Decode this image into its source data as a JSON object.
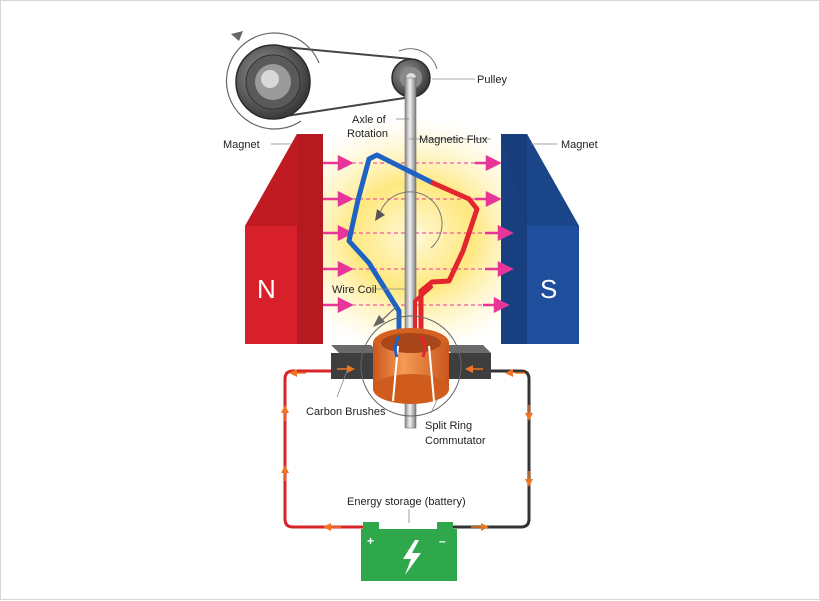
{
  "labels": {
    "pulley": "Pulley",
    "axle_line1": "Axle of",
    "axle_line2": "Rotation",
    "magnet_left": "Magnet",
    "magnet_right": "Magnet",
    "magnetic_flux": "Magnetic Flux",
    "wire_coil": "Wire Coil",
    "carbon_brushes": "Carbon Brushes",
    "commutator_line1": "Split Ring",
    "commutator_line2": "Commutator",
    "battery": "Energy storage (battery)"
  },
  "poles": {
    "north": "N",
    "south": "S"
  },
  "battery_terminals": {
    "positive": "+",
    "negative": "–"
  },
  "icons": {
    "battery": "lightning-bolt-icon",
    "rotation": "rotation-arrow-icon",
    "current": "arrow-icon"
  },
  "colors": {
    "north_magnet": "#d8202a",
    "south_magnet": "#1f4f9c",
    "flux": "#e8359a",
    "coil_blue": "#1e63c4",
    "coil_red": "#e3262e",
    "commutator": "#e8742a",
    "battery": "#2ea84b",
    "current_arrows": "#f07522",
    "glow": "#ffe77a",
    "brushes": "#444444"
  }
}
